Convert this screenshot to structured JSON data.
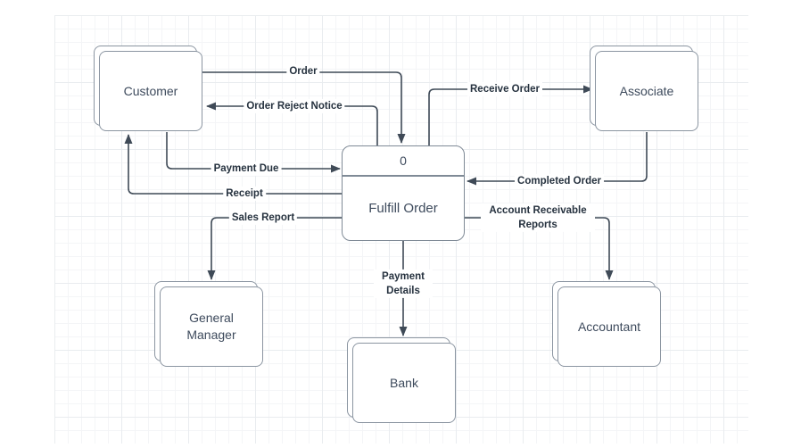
{
  "diagram": {
    "type": "data-flow-diagram",
    "process": {
      "number": "0",
      "label": "Fulfill Order"
    },
    "entities": {
      "customer": {
        "label": "Customer"
      },
      "associate": {
        "label": "Associate"
      },
      "general_manager": {
        "label": "General Manager"
      },
      "bank": {
        "label": "Bank"
      },
      "accountant": {
        "label": "Accountant"
      }
    },
    "flows": {
      "order": {
        "label": "Order",
        "from": "Customer",
        "to": "Fulfill Order"
      },
      "order_reject_notice": {
        "label": "Order Reject Notice",
        "from": "Fulfill Order",
        "to": "Customer"
      },
      "payment_due": {
        "label": "Payment Due",
        "from": "Customer",
        "to": "Fulfill Order"
      },
      "receipt": {
        "label": "Receipt",
        "from": "Fulfill Order",
        "to": "Customer"
      },
      "sales_report": {
        "label": "Sales Report",
        "from": "Fulfill Order",
        "to": "General Manager"
      },
      "receive_order": {
        "label": "Receive Order",
        "from": "Fulfill Order",
        "to": "Associate"
      },
      "completed_order": {
        "label": "Completed Order",
        "from": "Associate",
        "to": "Fulfill Order"
      },
      "account_receivable_reports": {
        "label": "Account Receivable Reports",
        "from": "Fulfill Order",
        "to": "Accountant"
      },
      "payment_details": {
        "label": "Payment Details",
        "from": "Fulfill Order",
        "to": "Bank"
      }
    },
    "colors": {
      "connector": "#3f4a57",
      "shape_border": "#8b95a1",
      "shape_fill": "#ffffff",
      "shape_text": "#3d4a5c",
      "flow_label_text": "#26323f",
      "grid_minor": "#f4f5f7",
      "grid_major": "#e9ecef"
    }
  }
}
